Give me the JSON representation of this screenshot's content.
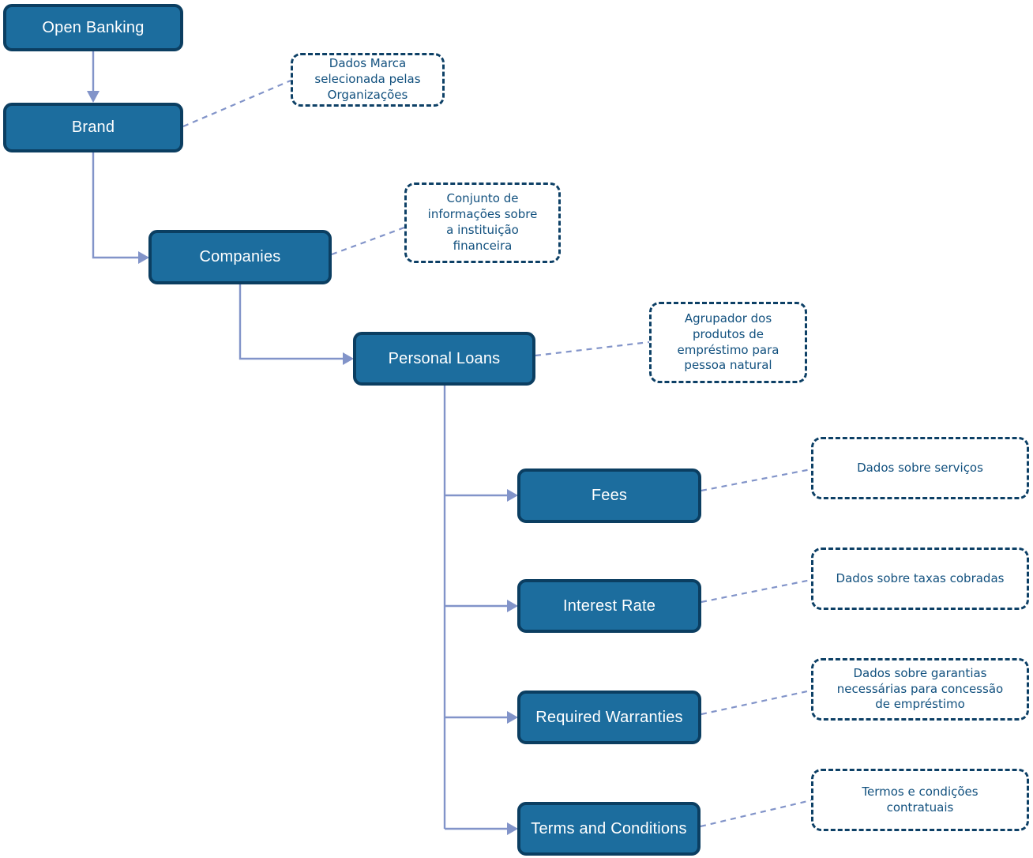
{
  "diagram": {
    "type": "flowchart",
    "colors": {
      "node_fill": "#1c6d9e",
      "node_border": "#0b3e61",
      "node_text": "#ffffff",
      "connector": "#8294c9",
      "note_border": "#0d4066",
      "note_text": "#11507e"
    },
    "nodes": {
      "open_banking": {
        "label": "Open Banking"
      },
      "brand": {
        "label": "Brand"
      },
      "companies": {
        "label": "Companies"
      },
      "personal_loans": {
        "label": "Personal Loans"
      },
      "fees": {
        "label": "Fees"
      },
      "interest_rate": {
        "label": "Interest Rate"
      },
      "required_warranties": {
        "label": "Required Warranties"
      },
      "terms_and_conditions": {
        "label": "Terms and Conditions"
      }
    },
    "annotations": {
      "brand_note": {
        "text": "Dados Marca selecionada pelas Organizações"
      },
      "companies_note": {
        "text": "Conjunto de informações sobre a instituição financeira"
      },
      "personal_loans_note": {
        "text": "Agrupador dos produtos de empréstimo para pessoa natural"
      },
      "fees_note": {
        "text": "Dados sobre serviços"
      },
      "interest_rate_note": {
        "text": "Dados sobre taxas cobradas"
      },
      "required_warranties_note": {
        "text": "Dados sobre garantias necessárias para concessão de empréstimo"
      },
      "terms_and_conditions_note": {
        "text": "Termos e condições contratuais"
      }
    }
  }
}
